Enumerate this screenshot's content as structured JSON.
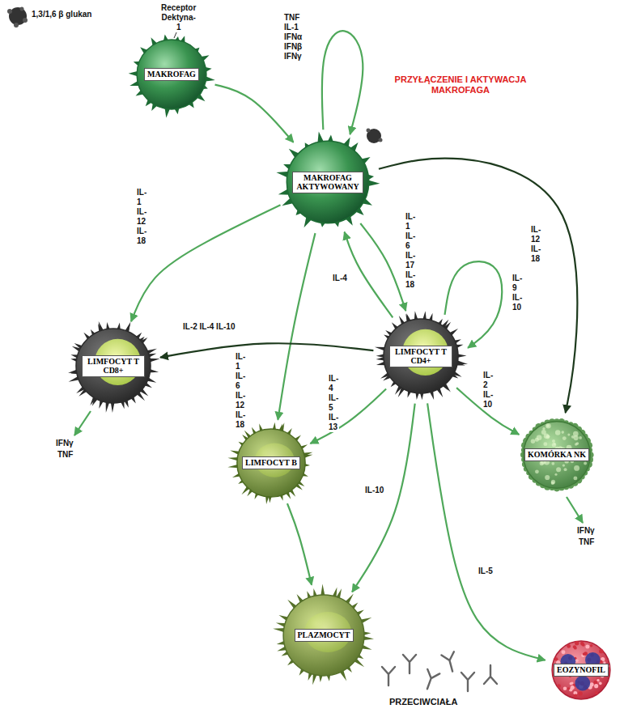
{
  "diagram": {
    "nodes": [
      {
        "text": [
          "MAKROFAG"
        ]
      },
      {
        "text": [
          "MAKROFAG AKTYWOWANY"
        ]
      },
      {
        "text": [
          "LIMFOCYT T CD8+"
        ]
      },
      {
        "text": [
          "LIMFOCYT T CD4+"
        ]
      },
      {
        "text": [
          "LIMFOCYT B"
        ]
      },
      {
        "text": [
          "KOMÓRKA NK"
        ]
      },
      {
        "text": [
          "PLAZMOCYT"
        ]
      },
      {
        "text": [
          "EOZYNOFIL"
        ]
      }
    ],
    "edges": [
      {
        "from": 0,
        "to": 1,
        "arrow": "to"
      },
      {
        "from": 1,
        "to": 1,
        "label": "TNF IL-1 IFNα IFNβ IFNγ",
        "arrow": "to"
      },
      {
        "from": 1,
        "to": 2,
        "label": "IL-1 IL-12 IL-18",
        "arrow": "to"
      },
      {
        "from": 1,
        "to": 4,
        "label": "IL-1 IL-6 IL-12 IL-18",
        "arrow": "to"
      },
      {
        "from": 1,
        "to": 3,
        "label": "IL-1 IL-6 IL-17 IL-18",
        "arrow": "to"
      },
      {
        "from": 3,
        "to": 1,
        "label": "IL-4",
        "arrow": "to"
      },
      {
        "from": 3,
        "to": 3,
        "label": "IL-9 IL-10",
        "arrow": "to"
      },
      {
        "from": 1,
        "to": 5,
        "label": "IL-12 IL-18",
        "arrow": "to"
      },
      {
        "from": 3,
        "to": 2,
        "label": "IL-2 IL-4 IL-10",
        "arrow": "to"
      },
      {
        "from": 3,
        "to": 4,
        "label": "IL-4 IL-5 IL-13",
        "arrow": "to"
      },
      {
        "from": 3,
        "to": 5,
        "label": "IL-2 IL-10",
        "arrow": "to"
      },
      {
        "from": 3,
        "to": 6,
        "label": "IL-10",
        "arrow": "to"
      },
      {
        "from": 3,
        "to": 7,
        "label": "IL-5",
        "arrow": "to"
      },
      {
        "from": 4,
        "to": 6,
        "arrow": "to"
      }
    ],
    "labels": [
      "1,3/1,6 β glukan",
      "Receptor Dektyna-1",
      "PRZYŁĄCZENIE I AKTYWACJA MAKROFAGA",
      "IFNγ",
      "TNF",
      "IFNγ",
      "TNF",
      "PRZECIWCIAŁA"
    ]
  }
}
